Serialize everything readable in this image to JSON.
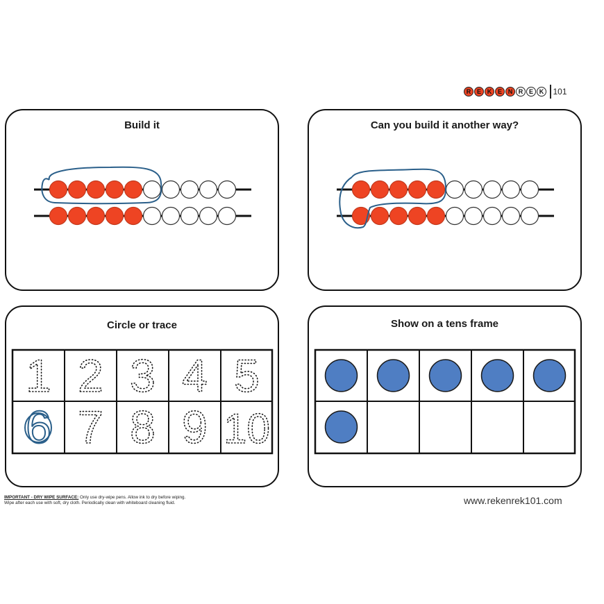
{
  "logo": {
    "letters": [
      "R",
      "E",
      "K",
      "E",
      "N",
      "R",
      "E",
      "K"
    ],
    "bead_colors": [
      "red",
      "red",
      "red",
      "red",
      "red",
      "white",
      "white",
      "white"
    ],
    "number": "101"
  },
  "cards": {
    "build": {
      "title": "Build it"
    },
    "another": {
      "title": "Can you build it another way?"
    },
    "trace": {
      "title": "Circle or trace"
    },
    "tens": {
      "title": "Show on a tens frame"
    }
  },
  "rekenrek": {
    "beads_per_row": 10,
    "build_red": [
      5,
      5
    ],
    "another_red": [
      5,
      5
    ]
  },
  "trace_digits": [
    "1",
    "2",
    "3",
    "4",
    "5",
    "6",
    "7",
    "8",
    "9",
    "10"
  ],
  "circled_digit": "6",
  "tens_frame": {
    "cells": 10,
    "filled": 6
  },
  "colors": {
    "red_bead": "#ee4423",
    "counter": "#4f7ec3",
    "ink": "#2a5f8a"
  },
  "footer": {
    "important": "IMPORTANT - DRY WIPE SURFACE:",
    "note_line1": " Only use dry-wipe pens. Allow ink to dry before wiping.",
    "note_line2": "Wipe after each use with soft, dry cloth. Periodically clean with whiteboard cleaning fluid.",
    "url": "www.rekenrek101.com"
  }
}
